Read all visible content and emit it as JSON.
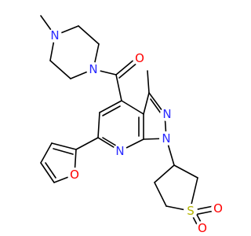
{
  "colors": {
    "bond": "#000000",
    "N": "#2a2aff",
    "O": "#ff0000",
    "S": "#b3b300",
    "background": "#ffffff"
  },
  "atoms": [
    {
      "id": "N_pip_top",
      "label": "N",
      "element": "N"
    },
    {
      "id": "N_pip_bottom",
      "label": "N",
      "element": "N"
    },
    {
      "id": "O_carbonyl",
      "label": "O",
      "element": "O"
    },
    {
      "id": "N_pyrazole_2",
      "label": "N",
      "element": "N"
    },
    {
      "id": "N_pyrazole_1",
      "label": "N",
      "element": "N"
    },
    {
      "id": "N_pyridine",
      "label": "N",
      "element": "N"
    },
    {
      "id": "O_furan",
      "label": "O",
      "element": "O"
    },
    {
      "id": "S_sulfone",
      "label": "S",
      "element": "S"
    },
    {
      "id": "O_sulfone_1",
      "label": "O",
      "element": "O"
    },
    {
      "id": "O_sulfone_2",
      "label": "O",
      "element": "O"
    }
  ]
}
